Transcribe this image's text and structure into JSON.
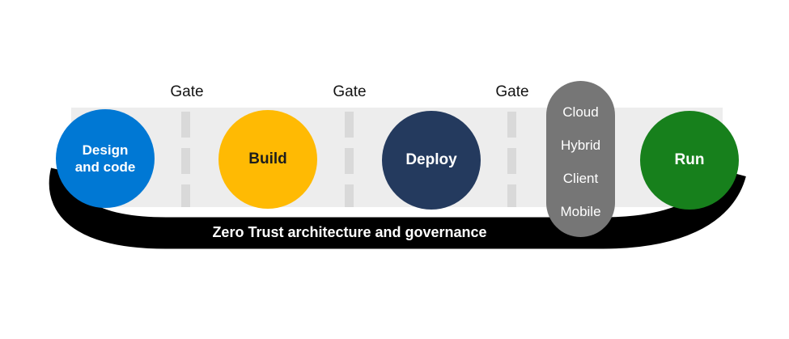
{
  "colors": {
    "design_blue": "#0078d4",
    "build_yellow": "#ffba03",
    "deploy_navy": "#243a5e",
    "run_green": "#17801c",
    "platform_gray": "#767676",
    "track_gray": "#ededed",
    "gate_dash_gray": "#d9d9d9",
    "banner_black": "#000000",
    "background_white": "#ffffff"
  },
  "gates": {
    "g1": "Gate",
    "g2": "Gate",
    "g3": "Gate"
  },
  "stages": {
    "design": {
      "line1": "Design",
      "line2": "and code"
    },
    "build": {
      "label": "Build"
    },
    "deploy": {
      "label": "Deploy"
    },
    "run": {
      "label": "Run"
    }
  },
  "platforms": {
    "item1": "Cloud",
    "item2": "Hybrid",
    "item3": "Client",
    "item4": "Mobile"
  },
  "banner": {
    "label": "Zero Trust architecture and governance"
  }
}
